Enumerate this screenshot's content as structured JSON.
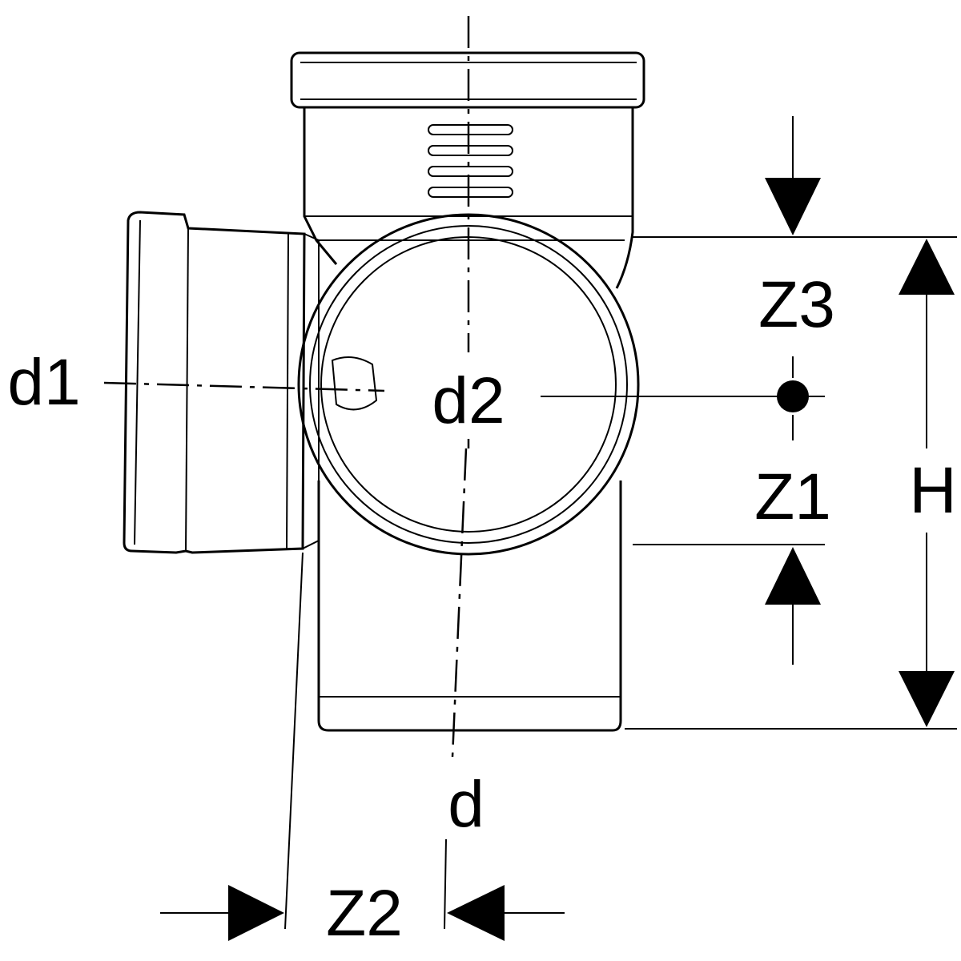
{
  "diagram": {
    "type": "pipe-fitting-dimension-drawing",
    "labels": {
      "d1": "d1",
      "d2": "d2",
      "d": "d",
      "z1": "Z1",
      "z2": "Z2",
      "z3": "Z3",
      "h": "H"
    },
    "colors": {
      "line": "#000000",
      "background": "#ffffff"
    }
  }
}
